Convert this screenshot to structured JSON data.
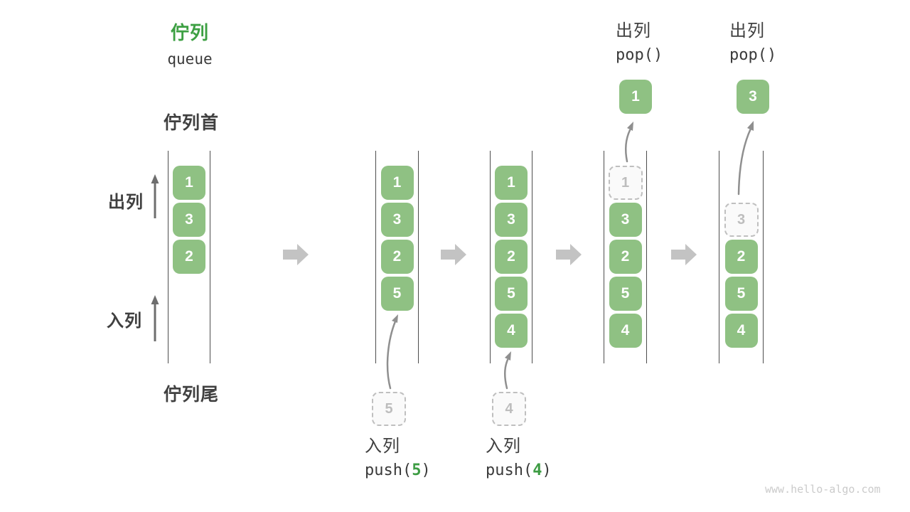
{
  "title": {
    "zh": "佇列",
    "en": "queue"
  },
  "side_labels": {
    "front": "佇列首",
    "rear": "佇列尾",
    "dequeue": "出列",
    "enqueue": "入列"
  },
  "columns": [
    {
      "boxes": [
        "1",
        "3",
        "2"
      ]
    },
    {
      "boxes": [
        "1",
        "3",
        "2",
        "5"
      ],
      "ghost": "5",
      "op": {
        "label": "入列",
        "code_prefix": "push(",
        "arg": "5",
        "code_suffix": ")"
      }
    },
    {
      "boxes": [
        "1",
        "3",
        "2",
        "5",
        "4"
      ],
      "ghost": "4",
      "op": {
        "label": "入列",
        "code_prefix": "push(",
        "arg": "4",
        "code_suffix": ")"
      }
    },
    {
      "boxes": [
        "3",
        "2",
        "5",
        "4"
      ],
      "ghost": "1",
      "popped": "1",
      "op": {
        "label": "出列",
        "code": "pop()"
      }
    },
    {
      "boxes": [
        "2",
        "5",
        "4"
      ],
      "ghost": "3",
      "popped": "3",
      "op": {
        "label": "出列",
        "code": "pop()"
      }
    }
  ],
  "watermark": "www.hello-algo.com",
  "colors": {
    "box_green": "#8FC183",
    "title_green": "#3DA043",
    "arg_green": "#3D9C43",
    "text_dark": "#3A3A3A",
    "label_dark": "#404040",
    "line_dark": "#4D4D4D",
    "up_arrow": "#6E6E6E",
    "block_arrow": "#C3C3C3",
    "curve_arrow": "#8F8F8F",
    "ghost_border": "#BFBFBF",
    "ghost_text": "#BDBDBD",
    "ghost_bg": "#FAFAFA",
    "watermark": "#CBCBCB",
    "background": "#FFFFFF"
  }
}
